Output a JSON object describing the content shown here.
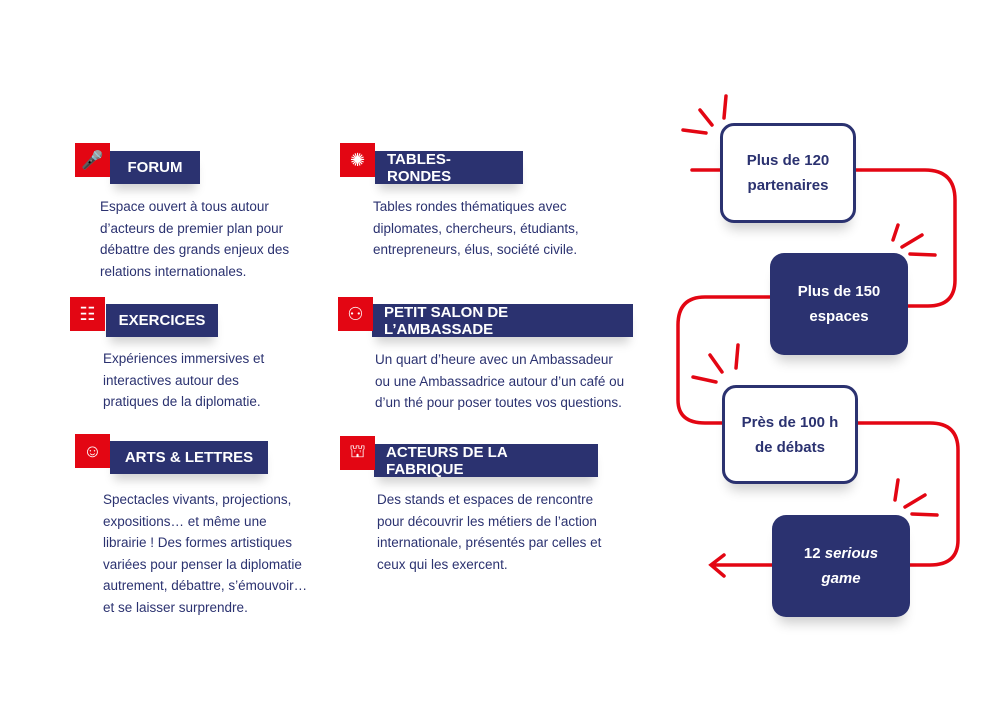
{
  "sections": [
    {
      "title": "FORUM",
      "icon": "podium-icon",
      "lines": [
        "Espace ouvert à tous autour",
        "d’acteurs de premier plan pour",
        "débattre des grands enjeux des",
        "relations internationales."
      ]
    },
    {
      "title": "TABLES-RONDES",
      "icon": "round-table-icon",
      "lines": [
        "Tables rondes thématiques avec",
        "diplomates, chercheurs, étudiants,",
        "entrepreneurs, élus, société civile."
      ]
    },
    {
      "title": "EXERCICES",
      "icon": "presentation-icon",
      "lines": [
        "Expériences immersives et",
        "interactives autour des",
        "pratiques de la diplomatie."
      ]
    },
    {
      "title": "PETIT SALON DE L’AMBASSADE",
      "icon": "meeting-icon",
      "lines": [
        "Un quart d’heure avec un Ambassadeur",
        "ou une Ambassadrice autour d’un café ou",
        "d’un thé pour poser toutes vos questions."
      ]
    },
    {
      "title": "ARTS & LETTRES",
      "icon": "theater-masks-icon",
      "lines": [
        "Spectacles vivants, projections,",
        "expositions… et même une",
        "librairie ! Des formes artistiques",
        "variées pour penser la diplomatie",
        "autrement, débattre, s’émouvoir…",
        "et se laisser surprendre."
      ]
    },
    {
      "title": "ACTEURS DE LA FABRIQUE",
      "icon": "stand-icon",
      "lines": [
        "Des stands et espaces de rencontre",
        "pour découvrir les métiers de l’action",
        "internationale, présentés par celles et",
        "ceux qui les exercent."
      ]
    }
  ],
  "stats": [
    {
      "l1": "Plus de 120",
      "l2": "partenaires"
    },
    {
      "l1": "Plus de 150",
      "l2": "espaces"
    },
    {
      "l1": "Près de 100 h",
      "l2": "de débats"
    },
    {
      "l1a": "12 ",
      "l1b": "serious",
      "l2": "game"
    }
  ],
  "colors": {
    "navy": "#2b3270",
    "red": "#e30613"
  }
}
